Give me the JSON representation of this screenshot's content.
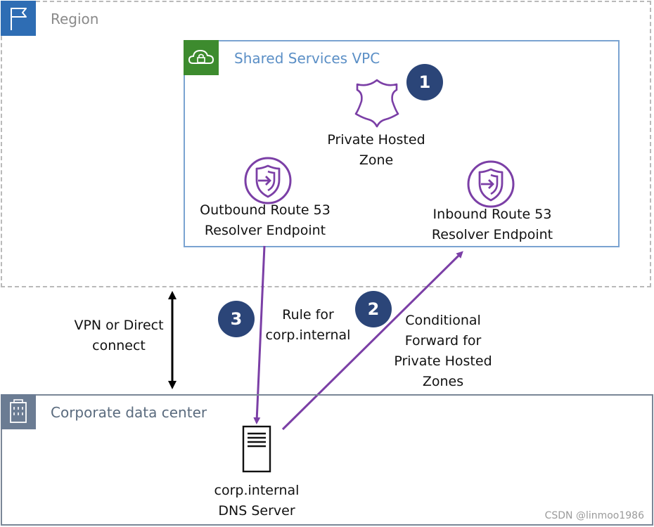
{
  "region": {
    "label": "Region"
  },
  "vpc": {
    "label": "Shared Services VPC"
  },
  "corporate": {
    "label": "Corporate data center"
  },
  "private_hosted_zone": {
    "line1": "Private Hosted",
    "line2": "Zone"
  },
  "outbound_endpoint": {
    "line1": "Outbound Route 53",
    "line2": "Resolver Endpoint"
  },
  "inbound_endpoint": {
    "line1": "Inbound Route 53",
    "line2": "Resolver Endpoint"
  },
  "dns_server": {
    "line1": "corp.internal",
    "line2": "DNS Server"
  },
  "vpn": {
    "line1": "VPN or Direct",
    "line2": "connect"
  },
  "rule": {
    "line1": "Rule for",
    "line2": "corp.internal"
  },
  "conditional": {
    "line1": "Conditional",
    "line2": "Forward for",
    "line3": "Private Hosted",
    "line4": "Zones"
  },
  "steps": {
    "one": "1",
    "two": "2",
    "three": "3"
  },
  "watermark": "CSDN @linmoo1986",
  "colors": {
    "region_tile": "#2e6db4",
    "vpc_tile": "#3d8b2e",
    "corp_tile": "#6b7c93",
    "step": "#2b4578",
    "arrow": "#7b3fa6",
    "endpoint_icon": "#7b3fa6"
  }
}
